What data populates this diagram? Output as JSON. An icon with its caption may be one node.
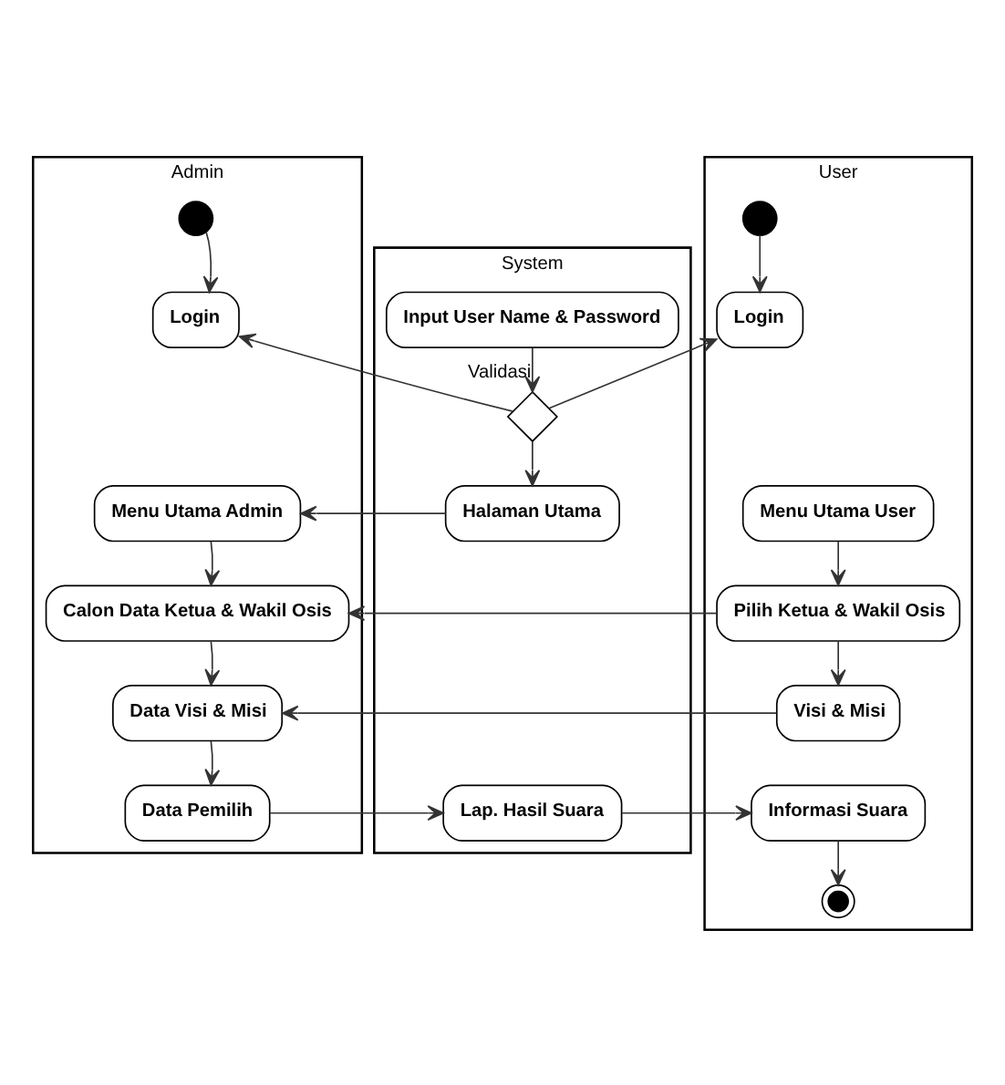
{
  "diagram": {
    "nodes": [
      {
        "text": [
          "Admin"
        ]
      },
      {
        "text": [
          "System"
        ]
      },
      {
        "text": [
          "User"
        ]
      },
      {
        "text": [],
        "shape": "circle",
        "in": 0
      },
      {
        "text": [
          "Login"
        ],
        "in": 0
      },
      {
        "text": [
          "Input User Name & Password"
        ],
        "in": 1
      },
      {
        "text": [],
        "shape": "diamond",
        "in": 1
      },
      {
        "text": [],
        "shape": "circle",
        "in": 2
      },
      {
        "text": [
          "Login"
        ],
        "in": 2
      },
      {
        "text": [
          "Menu Utama Admin"
        ],
        "in": 0
      },
      {
        "text": [
          "Halaman Utama"
        ],
        "in": 1
      },
      {
        "text": [
          "Menu Utama User"
        ],
        "in": 2
      },
      {
        "text": [
          "Calon Data Ketua & Wakil Osis"
        ],
        "in": 0
      },
      {
        "text": [
          "Pilih Ketua & Wakil Osis"
        ],
        "in": 2
      },
      {
        "text": [
          "Visi & Misi"
        ],
        "in": 2
      },
      {
        "text": [
          "Data Visi & Misi"
        ],
        "in": 0
      },
      {
        "text": [
          "Data Pemilih"
        ],
        "in": 0
      },
      {
        "text": [
          "Lap. Hasil Suara"
        ],
        "in": 1
      },
      {
        "text": [
          "Informasi Suara"
        ],
        "in": 2
      },
      {
        "text": [],
        "shape": "bullseye",
        "in": 2
      }
    ],
    "edges": [
      {
        "from": 3,
        "to": 4,
        "arrow": "to"
      },
      {
        "from": 7,
        "to": 8,
        "arrow": "to"
      },
      {
        "from": 5,
        "to": 6,
        "arrow": "to",
        "label": "Validasi"
      },
      {
        "from": 6,
        "to": 4,
        "arrow": "to"
      },
      {
        "from": 6,
        "to": 8,
        "arrow": "to"
      },
      {
        "from": 6,
        "to": 10,
        "arrow": "to"
      },
      {
        "from": 10,
        "to": 9,
        "arrow": "to"
      },
      {
        "from": 9,
        "to": 12,
        "arrow": "to"
      },
      {
        "from": 11,
        "to": 13,
        "arrow": "to"
      },
      {
        "from": 13,
        "to": 12,
        "arrow": "to"
      },
      {
        "from": 13,
        "to": 14,
        "arrow": "to"
      },
      {
        "from": 14,
        "to": 15,
        "arrow": "to"
      },
      {
        "from": 12,
        "to": 15,
        "arrow": "to"
      },
      {
        "from": 15,
        "to": 16,
        "arrow": "to"
      },
      {
        "from": 16,
        "to": 17,
        "arrow": "to"
      },
      {
        "from": 17,
        "to": 18,
        "arrow": "to"
      },
      {
        "from": 18,
        "to": 19,
        "arrow": "to"
      }
    ]
  }
}
